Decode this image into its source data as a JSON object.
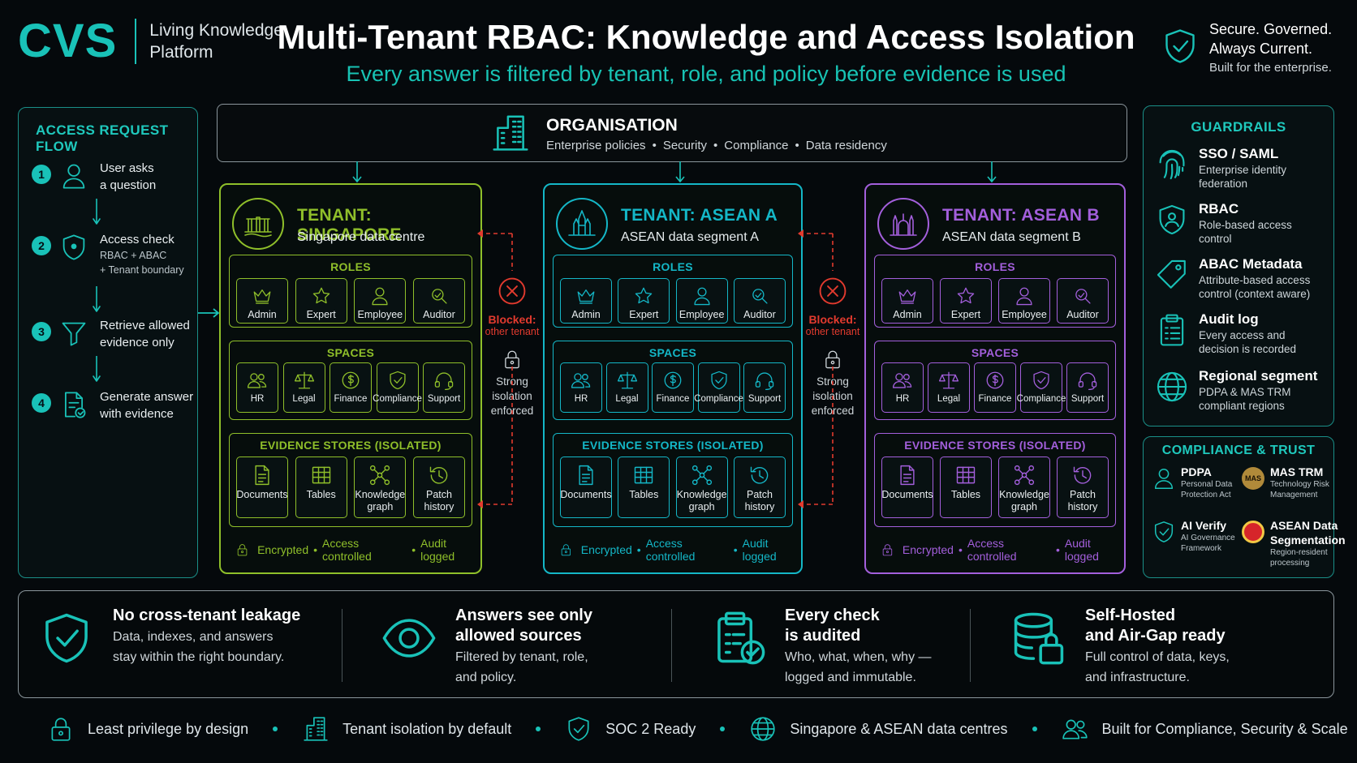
{
  "brand": {
    "logo": "CVS",
    "tagline_1": "Living Knowledge",
    "tagline_2": "Platform"
  },
  "header": {
    "title": "Multi-Tenant RBAC: Knowledge and Access Isolation",
    "subtitle": "Every answer is filtered by tenant, role, and policy before evidence is used"
  },
  "secure": {
    "line1": "Secure. Governed.",
    "line2": "Always Current.",
    "line3": "Built for the enterprise."
  },
  "flow": {
    "title": "ACCESS REQUEST FLOW",
    "steps": [
      {
        "num": "1",
        "text1": "User asks",
        "text2": "a question",
        "sub1": "",
        "sub2": "",
        "icon": "user-icon"
      },
      {
        "num": "2",
        "text1": "Access check",
        "text2": "",
        "sub1": "RBAC + ABAC",
        "sub2": "+ Tenant boundary",
        "icon": "shield-icon"
      },
      {
        "num": "3",
        "text1": "Retrieve allowed",
        "text2": "evidence only",
        "sub1": "",
        "sub2": "",
        "icon": "funnel-icon"
      },
      {
        "num": "4",
        "text1": "Generate answer",
        "text2": "with evidence",
        "sub1": "",
        "sub2": "",
        "icon": "document-check-icon"
      }
    ]
  },
  "org": {
    "title": "ORGANISATION",
    "items": [
      "Enterprise policies",
      "Security",
      "Compliance",
      "Data residency"
    ],
    "separator": "•"
  },
  "tenants": [
    {
      "title": "TENANT: SINGAPORE",
      "subtitle": "Singapore data centre",
      "color": "#8fbf2a",
      "roles_title": "ROLES",
      "roles": [
        "Admin",
        "Expert",
        "Employee",
        "Auditor"
      ],
      "spaces_title": "SPACES",
      "spaces": [
        "HR",
        "Legal",
        "Finance",
        "Compliance",
        "Support"
      ],
      "stores_title": "EVIDENCE STORES (ISOLATED)",
      "stores": [
        [
          "Documents",
          ""
        ],
        [
          "Tables",
          ""
        ],
        [
          "Knowledge",
          "graph"
        ],
        [
          "Patch",
          "history"
        ]
      ],
      "footer": [
        "Encrypted",
        "Access controlled",
        "Audit logged"
      ]
    },
    {
      "title": "TENANT: ASEAN A",
      "subtitle": "ASEAN data segment A",
      "color": "#14b7c7",
      "roles_title": "ROLES",
      "roles": [
        "Admin",
        "Expert",
        "Employee",
        "Auditor"
      ],
      "spaces_title": "SPACES",
      "spaces": [
        "HR",
        "Legal",
        "Finance",
        "Compliance",
        "Support"
      ],
      "stores_title": "EVIDENCE STORES (ISOLATED)",
      "stores": [
        [
          "Documents",
          ""
        ],
        [
          "Tables",
          ""
        ],
        [
          "Knowledge",
          "graph"
        ],
        [
          "Patch",
          "history"
        ]
      ],
      "footer": [
        "Encrypted",
        "Access controlled",
        "Audit logged"
      ]
    },
    {
      "title": "TENANT: ASEAN B",
      "subtitle": "ASEAN data segment B",
      "color": "#a35fdc",
      "roles_title": "ROLES",
      "roles": [
        "Admin",
        "Expert",
        "Employee",
        "Auditor"
      ],
      "spaces_title": "SPACES",
      "spaces": [
        "HR",
        "Legal",
        "Finance",
        "Compliance",
        "Support"
      ],
      "stores_title": "EVIDENCE STORES (ISOLATED)",
      "stores": [
        [
          "Documents",
          ""
        ],
        [
          "Tables",
          ""
        ],
        [
          "Knowledge",
          "graph"
        ],
        [
          "Patch",
          "history"
        ]
      ],
      "footer": [
        "Encrypted",
        "Access controlled",
        "Audit logged"
      ]
    }
  ],
  "blocked": {
    "label": "Blocked:",
    "sub": "other tenant",
    "iso1": "Strong",
    "iso2": "isolation",
    "iso3": "enforced",
    "color": "#e23a2e"
  },
  "guardrails": {
    "title": "GUARDRAILS",
    "items": [
      {
        "title": "SSO / SAML",
        "sub1": "Enterprise identity",
        "sub2": "federation",
        "icon": "fingerprint-icon"
      },
      {
        "title": "RBAC",
        "sub1": "Role-based access",
        "sub2": "control",
        "icon": "shield-user-icon"
      },
      {
        "title": "ABAC Metadata",
        "sub1": "Attribute-based access",
        "sub2": "control (context aware)",
        "icon": "tag-icon"
      },
      {
        "title": "Audit log",
        "sub1": "Every access and",
        "sub2": "decision is recorded",
        "icon": "clipboard-icon"
      },
      {
        "title": "Regional segment",
        "sub1": "PDPA & MAS TRM",
        "sub2": "compliant regions",
        "icon": "globe-icon"
      }
    ]
  },
  "compliance": {
    "title": "COMPLIANCE & TRUST",
    "items": [
      {
        "title": "PDPA",
        "sub1": "Personal Data",
        "sub2": "Protection Act",
        "icon": "person-shield-icon"
      },
      {
        "title": "MAS TRM",
        "sub1": "Technology Risk",
        "sub2": "Management",
        "badge": "MAS",
        "icon": "mas-badge-icon"
      },
      {
        "title": "AI Verify",
        "sub1": "AI Governance",
        "sub2": "Framework",
        "icon": "shield-check-icon"
      },
      {
        "title": "ASEAN Data",
        "title2": "Segmentation",
        "sub1": "Region-resident",
        "sub2": "processing",
        "icon": "asean-emblem-icon"
      }
    ]
  },
  "band": [
    {
      "title1": "No cross-tenant leakage",
      "title2": "",
      "sub1": "Data, indexes, and answers",
      "sub2": "stay within the right boundary.",
      "icon": "shield-check-icon"
    },
    {
      "title1": "Answers see only",
      "title2": "allowed sources",
      "sub1": "Filtered by tenant, role,",
      "sub2": "and policy.",
      "icon": "eye-icon"
    },
    {
      "title1": "Every check",
      "title2": "is audited",
      "sub1": "Who, what, when, why —",
      "sub2": "logged and immutable.",
      "icon": "clipboard-check-icon"
    },
    {
      "title1": "Self-Hosted",
      "title2": "and Air-Gap ready",
      "sub1": "Full control of data, keys,",
      "sub2": "and infrastructure.",
      "icon": "database-lock-icon"
    }
  ],
  "footer": [
    {
      "text": "Least privilege by design",
      "icon": "lock-icon"
    },
    {
      "text": "Tenant isolation by default",
      "icon": "building-icon"
    },
    {
      "text": "SOC 2 Ready",
      "icon": "shield-check-icon"
    },
    {
      "text": "Singapore & ASEAN data centres",
      "icon": "globe-icon"
    },
    {
      "text": "Built for Compliance, Security & Scale",
      "icon": "users-icon"
    }
  ],
  "colors": {
    "accent": "#19c2b8",
    "singapore": "#8fbf2a",
    "asean_a": "#14b7c7",
    "asean_b": "#a35fdc",
    "blocked": "#e23a2e"
  }
}
